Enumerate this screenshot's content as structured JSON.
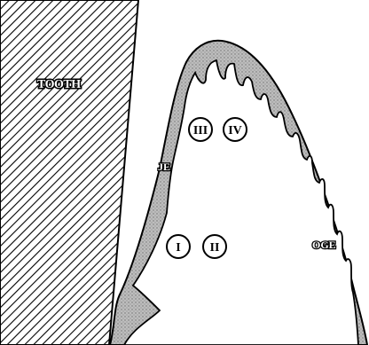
{
  "labels": {
    "tooth": "TOOTH",
    "junctional_epithelium": "JE",
    "oral_gingival_epithelium": "OGE"
  },
  "regions": [
    "I",
    "II",
    "III",
    "IV"
  ],
  "colors": {
    "tissue_fill": "#b9b9b9",
    "outline": "#000000",
    "background": "#ffffff"
  },
  "patterns": {
    "tooth": "diagonal-hatch",
    "epithelium": "stippled-gray"
  }
}
